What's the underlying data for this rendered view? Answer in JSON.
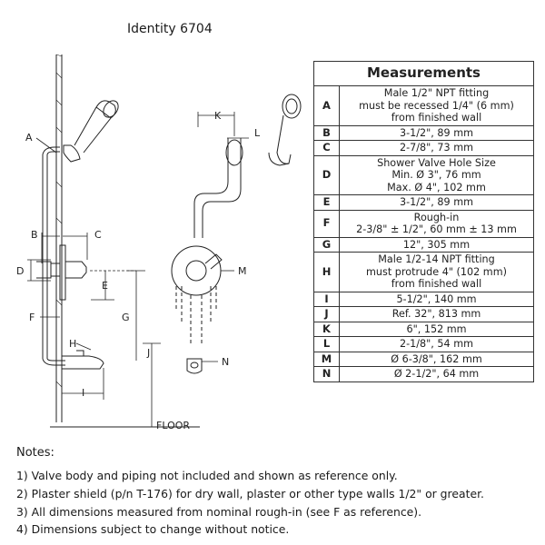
{
  "title": "Identity 6704",
  "diagram": {
    "labels": {
      "a": "A",
      "b": "B",
      "c": "C",
      "d": "D",
      "e": "E",
      "f": "F",
      "g": "G",
      "h": "H",
      "i": "I",
      "j": "J",
      "k": "K",
      "l": "L",
      "m": "M",
      "n": "N",
      "floor": "FLOOR"
    }
  },
  "measurements": {
    "heading": "Measurements",
    "rows": [
      {
        "key": "A",
        "lines": [
          "Male 1/2\" NPT fitting",
          "must be recessed 1/4\" (6 mm)",
          "from finished wall"
        ]
      },
      {
        "key": "B",
        "lines": [
          "3-1/2\", 89 mm"
        ]
      },
      {
        "key": "C",
        "lines": [
          "2-7/8\", 73 mm"
        ]
      },
      {
        "key": "D",
        "lines": [
          "Shower Valve Hole Size",
          "Min. Ø 3\", 76 mm",
          "Max. Ø 4\", 102 mm"
        ]
      },
      {
        "key": "E",
        "lines": [
          "3-1/2\", 89 mm"
        ]
      },
      {
        "key": "F",
        "lines": [
          "Rough-in",
          "2-3/8\" ± 1/2\", 60 mm ± 13 mm"
        ]
      },
      {
        "key": "G",
        "lines": [
          "12\", 305 mm"
        ]
      },
      {
        "key": "H",
        "lines": [
          "Male 1/2-14 NPT fitting",
          "must protrude 4\" (102 mm)",
          "from finished wall"
        ]
      },
      {
        "key": "I",
        "lines": [
          "5-1/2\", 140 mm"
        ]
      },
      {
        "key": "J",
        "lines": [
          "Ref. 32\", 813 mm"
        ]
      },
      {
        "key": "K",
        "lines": [
          "6\", 152 mm"
        ]
      },
      {
        "key": "L",
        "lines": [
          "2-1/8\", 54 mm"
        ]
      },
      {
        "key": "M",
        "lines": [
          "Ø 6-3/8\", 162 mm"
        ]
      },
      {
        "key": "N",
        "lines": [
          "Ø 2-1/2\", 64 mm"
        ]
      }
    ]
  },
  "notes": {
    "heading": "Notes:",
    "items": [
      "1)  Valve body and piping not included and shown as reference only.",
      "2)  Plaster shield (p/n T-176) for dry wall, plaster or other type walls 1/2\" or greater.",
      "3)  All dimensions measured from nominal rough-in (see F as reference).",
      "4)  Dimensions subject to change without notice."
    ]
  }
}
